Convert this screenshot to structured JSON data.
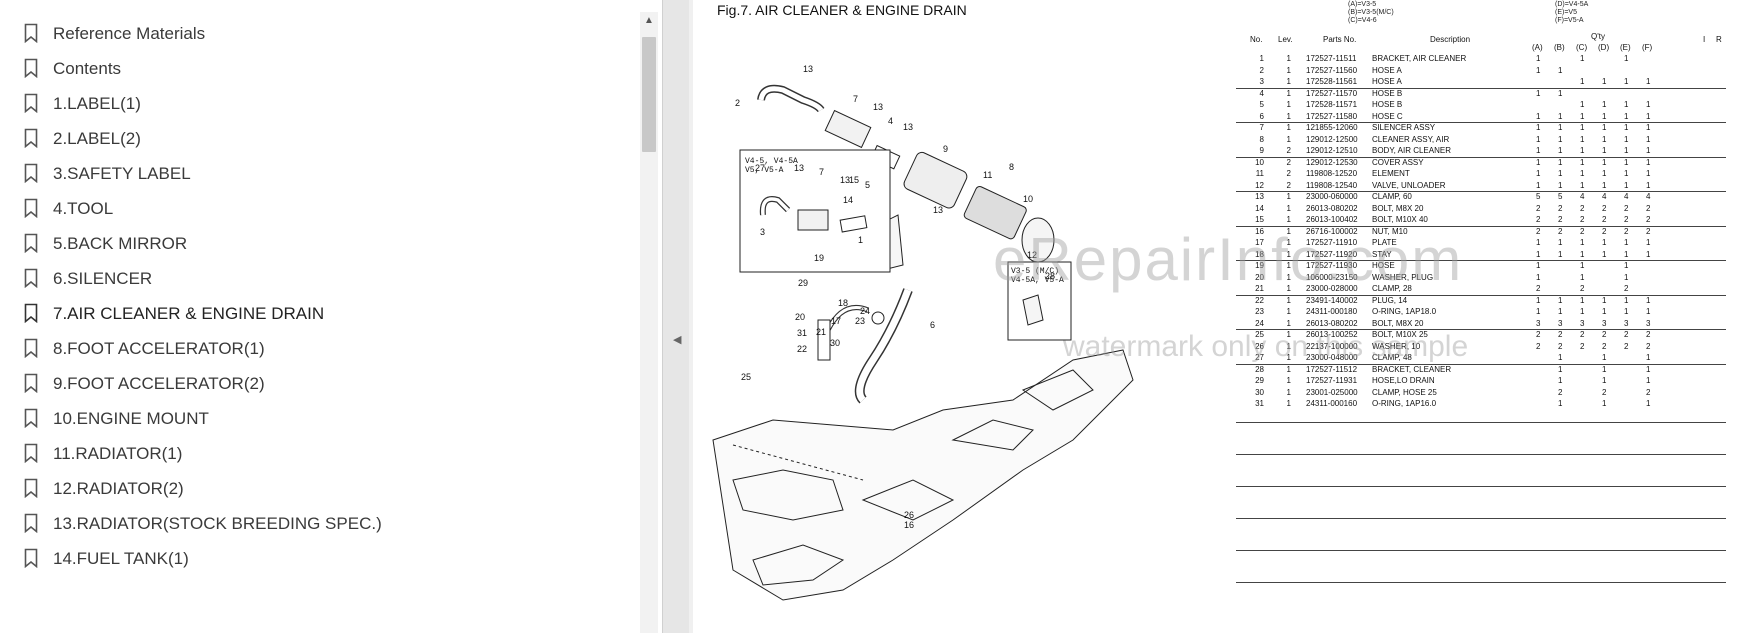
{
  "sidebar": {
    "items": [
      {
        "label": "Reference Materials"
      },
      {
        "label": "Contents"
      },
      {
        "label": "1.LABEL(1)"
      },
      {
        "label": "2.LABEL(2)"
      },
      {
        "label": "3.SAFETY LABEL"
      },
      {
        "label": "4.TOOL"
      },
      {
        "label": "5.BACK MIRROR"
      },
      {
        "label": "6.SILENCER"
      },
      {
        "label": "7.AIR CLEANER & ENGINE DRAIN"
      },
      {
        "label": "8.FOOT ACCELERATOR(1)"
      },
      {
        "label": "9.FOOT ACCELERATOR(2)"
      },
      {
        "label": "10.ENGINE MOUNT"
      },
      {
        "label": "11.RADIATOR(1)"
      },
      {
        "label": "12.RADIATOR(2)"
      },
      {
        "label": "13.RADIATOR(STOCK BREEDING SPEC.)"
      },
      {
        "label": "14.FUEL TANK(1)"
      }
    ],
    "active_index": 8
  },
  "page": {
    "figure_title": "Fig.7.  AIR CLEANER & ENGINE DRAIN",
    "legend_left": "(A)=V3-5\n(B)=V3-5(M/C)\n(C)=V4-6",
    "legend_right": "(D)=V4-5A\n(E)=V5\n(F)=V5-A",
    "callouts": {
      "inset_a": "V4-5, V4-5A\nV5, V5-A",
      "inset_b": "V3-5 (M/C)\nV4-5A, V5-A",
      "numbers": [
        "13",
        "2",
        "7",
        "13",
        "4",
        "13",
        "9",
        "8",
        "15",
        "14",
        "11",
        "10",
        "12",
        "1",
        "13",
        "27",
        "13",
        "7",
        "13",
        "5",
        "3",
        "19",
        "29",
        "18",
        "24",
        "17",
        "23",
        "21",
        "30",
        "20",
        "31",
        "22",
        "28",
        "6",
        "25",
        "26",
        "16"
      ]
    },
    "watermark_1": "eRepairInfo.com",
    "watermark_2": "watermark only on this sample",
    "table": {
      "headers": {
        "no": "No.",
        "lev": "Lev.",
        "parts_no": "Parts No.",
        "description": "Description",
        "qty": "Q'ty",
        "cols": [
          "(A)",
          "(B)",
          "(C)",
          "(D)",
          "(E)",
          "(F)"
        ],
        "i": "I",
        "r": "R"
      },
      "rows": [
        {
          "no": "1",
          "lev": "1",
          "pn": "172527-11511",
          "desc": "BRACKET, AIR CLEANER",
          "q": [
            "1",
            "",
            "1",
            "",
            "1",
            ""
          ]
        },
        {
          "no": "2",
          "lev": "1",
          "pn": "172527-11560",
          "desc": "HOSE A",
          "q": [
            "1",
            "1",
            "",
            "",
            "",
            ""
          ]
        },
        {
          "no": "3",
          "lev": "1",
          "pn": "172528-11561",
          "desc": "HOSE A",
          "q": [
            "",
            "",
            "1",
            "1",
            "1",
            "1"
          ]
        },
        {
          "no": "4",
          "lev": "1",
          "pn": "172527-11570",
          "desc": "HOSE B",
          "q": [
            "1",
            "1",
            "",
            "",
            "",
            ""
          ]
        },
        {
          "no": "5",
          "lev": "1",
          "pn": "172528-11571",
          "desc": "HOSE B",
          "q": [
            "",
            "",
            "1",
            "1",
            "1",
            "1"
          ]
        },
        {
          "no": "6",
          "lev": "1",
          "pn": "172527-11580",
          "desc": "HOSE C",
          "q": [
            "1",
            "1",
            "1",
            "1",
            "1",
            "1"
          ]
        },
        {
          "no": "7",
          "lev": "1",
          "pn": "121855-12060",
          "desc": "SILENCER ASSY",
          "q": [
            "1",
            "1",
            "1",
            "1",
            "1",
            "1"
          ]
        },
        {
          "no": "8",
          "lev": "1",
          "pn": "129012-12500",
          "desc": "CLEANER ASSY, AIR",
          "q": [
            "1",
            "1",
            "1",
            "1",
            "1",
            "1"
          ]
        },
        {
          "no": "9",
          "lev": "2",
          "pn": "129012-12510",
          "desc": "BODY, AIR CLEANER",
          "q": [
            "1",
            "1",
            "1",
            "1",
            "1",
            "1"
          ]
        },
        {
          "no": "10",
          "lev": "2",
          "pn": "129012-12530",
          "desc": "COVER ASSY",
          "q": [
            "1",
            "1",
            "1",
            "1",
            "1",
            "1"
          ]
        },
        {
          "no": "11",
          "lev": "2",
          "pn": "119808-12520",
          "desc": "ELEMENT",
          "q": [
            "1",
            "1",
            "1",
            "1",
            "1",
            "1"
          ]
        },
        {
          "no": "12",
          "lev": "2",
          "pn": "119808-12540",
          "desc": "VALVE, UNLOADER",
          "q": [
            "1",
            "1",
            "1",
            "1",
            "1",
            "1"
          ]
        },
        {
          "no": "13",
          "lev": "1",
          "pn": "23000-060000",
          "desc": "CLAMP,  60",
          "q": [
            "5",
            "5",
            "4",
            "4",
            "4",
            "4"
          ]
        },
        {
          "no": "14",
          "lev": "1",
          "pn": "26013-080202",
          "desc": "BOLT, M8X 20",
          "q": [
            "2",
            "2",
            "2",
            "2",
            "2",
            "2"
          ]
        },
        {
          "no": "15",
          "lev": "1",
          "pn": "26013-100402",
          "desc": "BOLT, M10X 40",
          "q": [
            "2",
            "2",
            "2",
            "2",
            "2",
            "2"
          ]
        },
        {
          "no": "16",
          "lev": "1",
          "pn": "26716-100002",
          "desc": "NUT, M10",
          "q": [
            "2",
            "2",
            "2",
            "2",
            "2",
            "2"
          ]
        },
        {
          "no": "17",
          "lev": "1",
          "pn": "172527-11910",
          "desc": "PLATE",
          "q": [
            "1",
            "1",
            "1",
            "1",
            "1",
            "1"
          ]
        },
        {
          "no": "18",
          "lev": "1",
          "pn": "172527-11920",
          "desc": "STAY",
          "q": [
            "1",
            "1",
            "1",
            "1",
            "1",
            "1"
          ]
        },
        {
          "no": "19",
          "lev": "1",
          "pn": "172527-11930",
          "desc": "HOSE",
          "q": [
            "1",
            "",
            "1",
            "",
            "1",
            ""
          ]
        },
        {
          "no": "20",
          "lev": "1",
          "pn": "106000-23150",
          "desc": "WASHER, PLUG",
          "q": [
            "1",
            "",
            "1",
            "",
            "1",
            ""
          ]
        },
        {
          "no": "21",
          "lev": "1",
          "pn": "23000-028000",
          "desc": "CLAMP,  28",
          "q": [
            "2",
            "",
            "2",
            "",
            "2",
            ""
          ]
        },
        {
          "no": "22",
          "lev": "1",
          "pn": "23491-140002",
          "desc": "PLUG, 14",
          "q": [
            "1",
            "1",
            "1",
            "1",
            "1",
            "1"
          ]
        },
        {
          "no": "23",
          "lev": "1",
          "pn": "24311-000180",
          "desc": "O-RING, 1AP18.0",
          "q": [
            "1",
            "1",
            "1",
            "1",
            "1",
            "1"
          ]
        },
        {
          "no": "24",
          "lev": "1",
          "pn": "26013-080202",
          "desc": "BOLT, M8X 20",
          "q": [
            "3",
            "3",
            "3",
            "3",
            "3",
            "3"
          ]
        },
        {
          "no": "25",
          "lev": "1",
          "pn": "26013-100252",
          "desc": "BOLT, M10X 25",
          "q": [
            "2",
            "2",
            "2",
            "2",
            "2",
            "2"
          ]
        },
        {
          "no": "26",
          "lev": "1",
          "pn": "22137-100000",
          "desc": "WASHER, 10",
          "q": [
            "2",
            "2",
            "2",
            "2",
            "2",
            "2"
          ]
        },
        {
          "no": "27",
          "lev": "1",
          "pn": "23000-048000",
          "desc": "CLAMP,  48",
          "q": [
            "",
            "1",
            "",
            "1",
            "",
            "1"
          ]
        },
        {
          "no": "28",
          "lev": "1",
          "pn": "172527-11512",
          "desc": "BRACKET, CLEANER",
          "q": [
            "",
            "1",
            "",
            "1",
            "",
            "1"
          ]
        },
        {
          "no": "29",
          "lev": "1",
          "pn": "172527-11931",
          "desc": "HOSE,LO DRAIN",
          "q": [
            "",
            "1",
            "",
            "1",
            "",
            "1"
          ]
        },
        {
          "no": "30",
          "lev": "1",
          "pn": "23001-025000",
          "desc": "CLAMP, HOSE  25",
          "q": [
            "",
            "2",
            "",
            "2",
            "",
            "2"
          ]
        },
        {
          "no": "31",
          "lev": "1",
          "pn": "24311-000160",
          "desc": "O-RING, 1AP16.0",
          "q": [
            "",
            "1",
            "",
            "1",
            "",
            "1"
          ]
        }
      ]
    }
  }
}
